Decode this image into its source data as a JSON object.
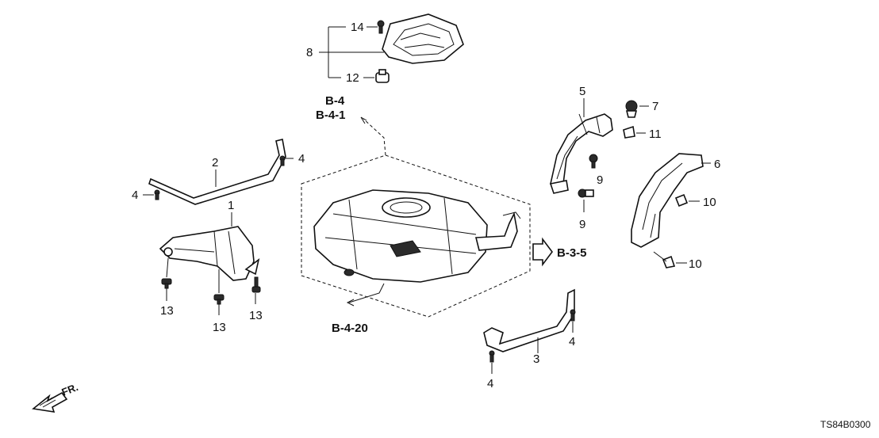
{
  "diagram": {
    "part_callouts": {
      "p1": "1",
      "p2": "2",
      "p3": "3",
      "p4a": "4",
      "p4b": "4",
      "p4c": "4",
      "p4d": "4",
      "p5": "5",
      "p6": "6",
      "p7": "7",
      "p8": "8",
      "p9a": "9",
      "p9b": "9",
      "p10a": "10",
      "p10b": "10",
      "p11": "11",
      "p12": "12",
      "p13a": "13",
      "p13b": "13",
      "p13c": "13",
      "p14": "14"
    },
    "references": {
      "b4": "B-4",
      "b41": "B-4-1",
      "b35": "B-3-5",
      "b420": "B-4-20"
    },
    "front_marker": "FR.",
    "diagram_code": "TS84B0300"
  }
}
